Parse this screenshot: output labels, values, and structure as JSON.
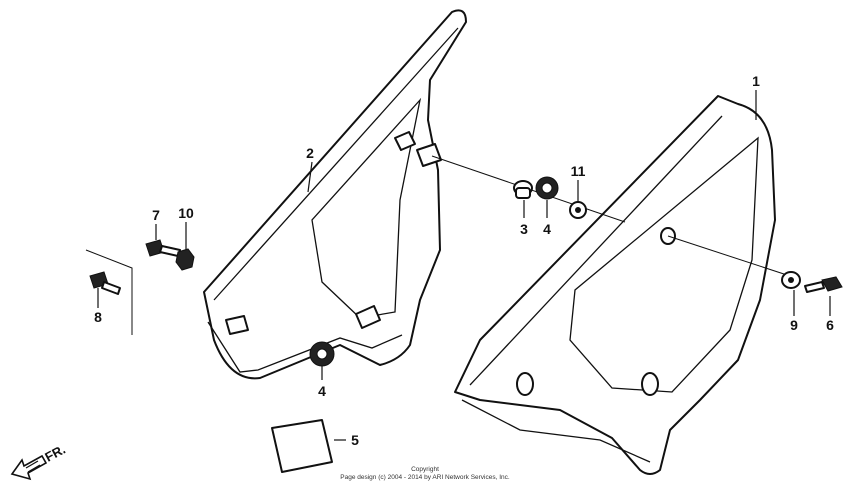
{
  "diagram": {
    "callouts": [
      {
        "id": "1",
        "label": "1"
      },
      {
        "id": "2",
        "label": "2"
      },
      {
        "id": "3",
        "label": "3"
      },
      {
        "id": "4a",
        "label": "4"
      },
      {
        "id": "4b",
        "label": "4"
      },
      {
        "id": "5",
        "label": "5"
      },
      {
        "id": "6",
        "label": "6"
      },
      {
        "id": "7",
        "label": "7"
      },
      {
        "id": "8",
        "label": "8"
      },
      {
        "id": "9",
        "label": "9"
      },
      {
        "id": "10",
        "label": "10"
      },
      {
        "id": "11",
        "label": "11"
      }
    ],
    "direction_label": "FR."
  },
  "copyright": {
    "line1": "Copyright",
    "line2": "Page design (c) 2004 - 2014 by ARI Network Services, Inc."
  }
}
